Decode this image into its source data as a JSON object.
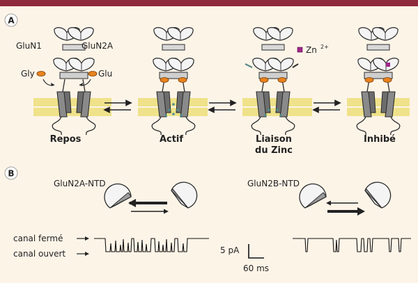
{
  "panel_a": {
    "letter": "A",
    "labels": {
      "glun1": "GluN1",
      "glun2a": "GluN2A",
      "gly": "Gly",
      "glu": "Glu",
      "zn": "Zn",
      "zn_charge": "2+"
    },
    "states": [
      "Repos",
      "Actif",
      "Liaison",
      "du Zinc",
      "Inhibé"
    ]
  },
  "panel_b": {
    "letter": "B",
    "left_title": "GluN2A-NTD",
    "right_title": "GluN2B-NTD",
    "closed_label": "canal fermé",
    "open_label": "canal ouvert",
    "scale_current": "5 pA",
    "scale_time": "60 ms"
  },
  "colors": {
    "banner": "#8f2a3c",
    "background": "#fdf4e8",
    "membrane": "#efe28a",
    "agonist": "#e8821e",
    "zinc": "#a0288c"
  }
}
